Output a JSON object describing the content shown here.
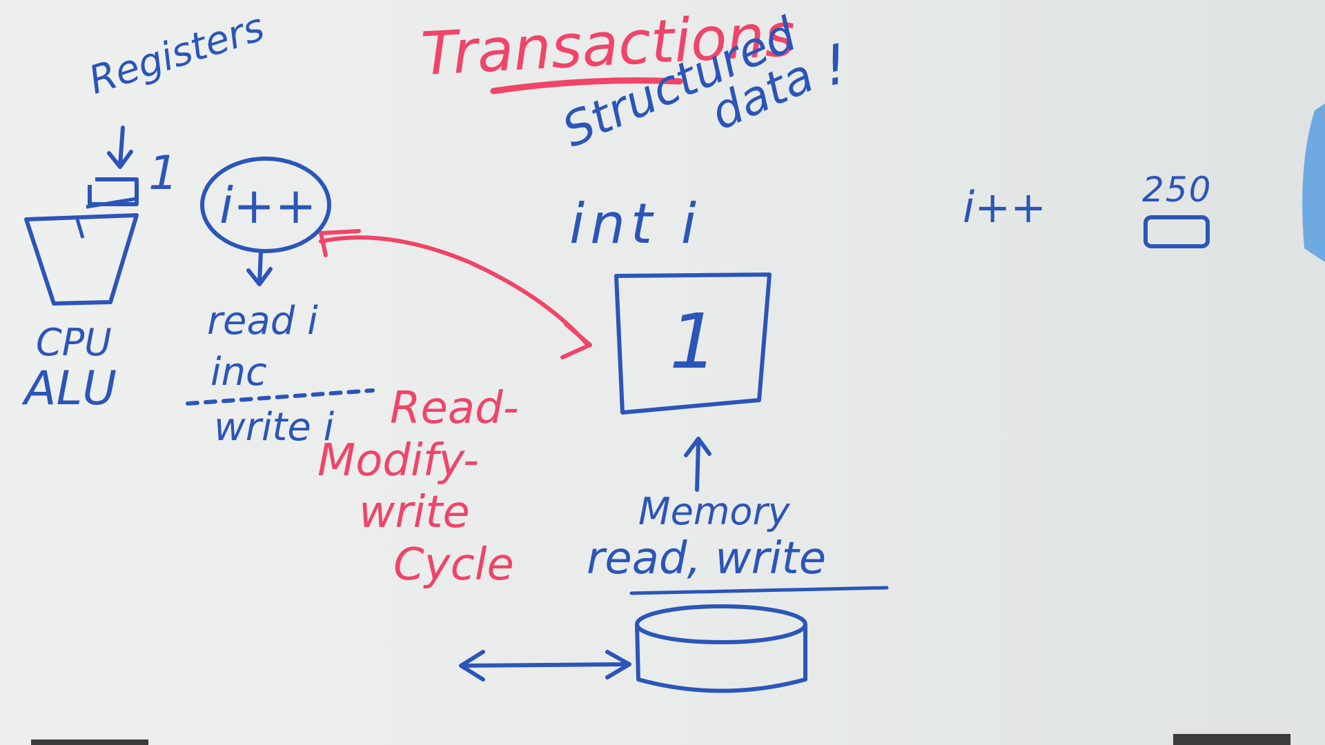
{
  "title": "Transactions",
  "registers_label": "Registers",
  "register_value": "1",
  "cpu_label": "CPU",
  "alu_label": "ALU",
  "increment_expression": "i++",
  "steps": [
    "read i",
    "inc",
    "write i"
  ],
  "rmw_label_lines": [
    "Read-",
    "Modify-",
    "write",
    "Cycle"
  ],
  "structured_data_lines": [
    "Structured",
    "data",
    "!"
  ],
  "declaration": "int i",
  "memory_cell_value": "1",
  "memory_label": "Memory",
  "memory_ops": "read, write",
  "right_expression": "i++",
  "right_value": "250",
  "colors": {
    "blue_marker": "#2b55b8",
    "red_marker": "#f04468",
    "board": "#e9eceb"
  }
}
